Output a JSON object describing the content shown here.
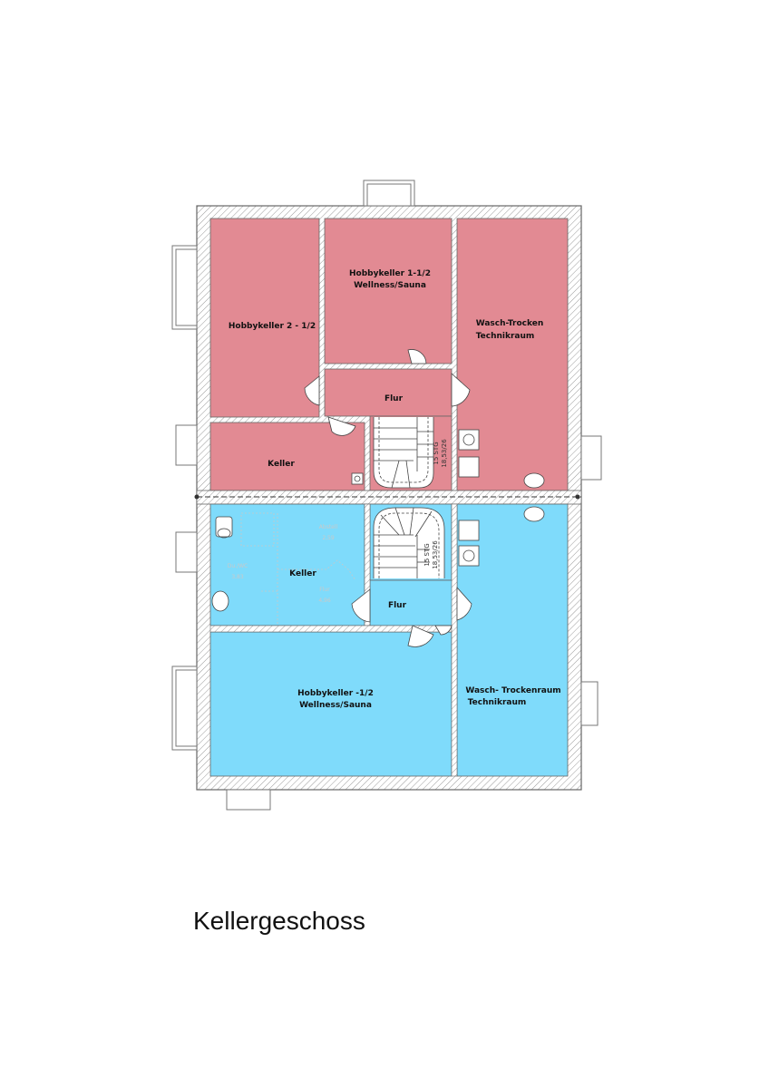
{
  "colors": {
    "upper_unit": "#e28a93",
    "lower_unit": "#7fdbfb",
    "wall_hatch": "#9a9a9a",
    "wall_line": "#666666"
  },
  "title": "Kellergeschoss",
  "upper_unit": {
    "rooms": [
      {
        "id": "hobby2",
        "lines": [
          "Hobbykeller 2 - 1/2"
        ]
      },
      {
        "id": "hobby1",
        "lines": [
          "Hobbykeller 1-1/2",
          "Wellness/Sauna"
        ]
      },
      {
        "id": "wasch",
        "lines": [
          "Wasch-Trocken",
          "Technikraum"
        ]
      },
      {
        "id": "flur",
        "lines": [
          "Flur"
        ]
      },
      {
        "id": "keller",
        "lines": [
          "Keller"
        ]
      }
    ],
    "stair_text": [
      "15 STG",
      "18,53/26"
    ]
  },
  "lower_unit": {
    "rooms": [
      {
        "id": "keller",
        "lines": [
          "Keller"
        ]
      },
      {
        "id": "flur",
        "lines": [
          "Flur"
        ]
      },
      {
        "id": "hobby",
        "lines": [
          "Hobbykeller -1/2",
          "Wellness/Sauna"
        ]
      },
      {
        "id": "wasch",
        "lines": [
          "Wasch- Trockenraum",
          "Technikraum"
        ]
      }
    ],
    "stair_text": [
      "15 STG",
      "18,53/26"
    ]
  }
}
